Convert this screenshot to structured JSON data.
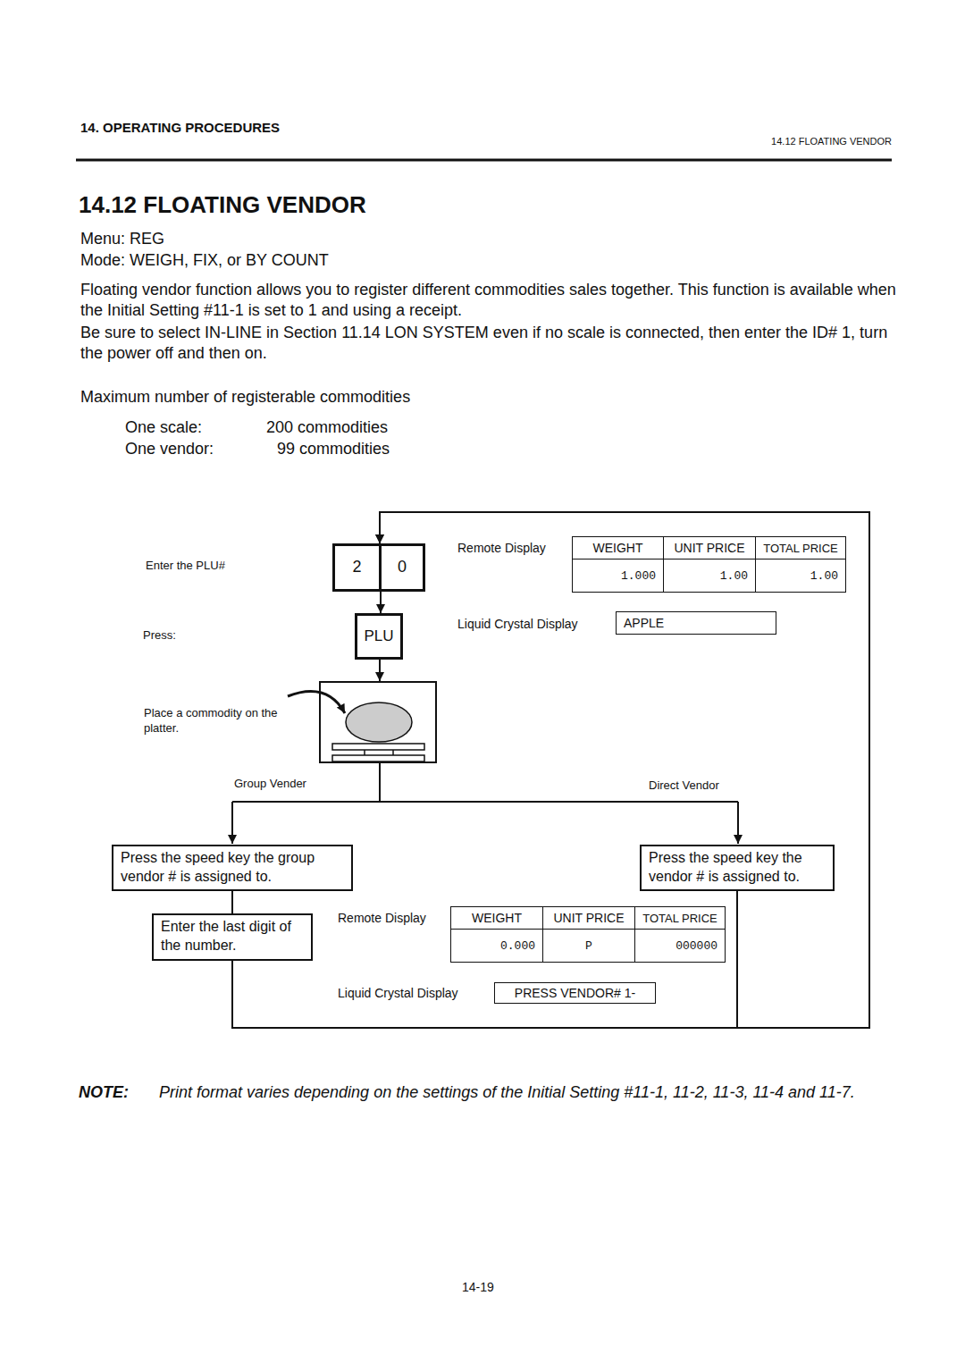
{
  "diagram": {
    "title": "14.12 FLOATING VENDOR",
    "nodes": [
      {
        "text": [
          "2"
        ]
      },
      {
        "text": [
          "0"
        ]
      },
      {
        "text": [
          "PLU"
        ]
      },
      {
        "text": [
          "APPLE"
        ]
      },
      {
        "text": [
          "Press the speed key the group vendor # is assigned to."
        ]
      },
      {
        "text": [
          "Press the speed key the vendor # is assigned to."
        ]
      },
      {
        "text": [
          "Enter the last digit of the number."
        ]
      },
      {
        "text": [
          "PRESS VENDOR# 1-"
        ]
      }
    ],
    "edges": [
      {
        "from": 0,
        "to": 2,
        "arrow": "to"
      },
      {
        "from": 4,
        "to": 6,
        "arrow": "none"
      },
      {
        "from": 6,
        "to": 0,
        "arrow": "to"
      },
      {
        "from": 5,
        "to": 0,
        "arrow": "to"
      }
    ],
    "labels": [
      "14. OPERATING PROCEDURES",
      "14.12 FLOATING VENDOR",
      "Menu: REG",
      "Mode: WEIGH, FIX, or BY COUNT",
      "Floating vendor function allows you to register different commodities sales together. This function is available when the Initial Setting #11-1 is set to 1 and using a receipt.",
      "Be sure to select IN-LINE in Section 11.14 LON SYSTEM even if no scale is connected, then enter the ID# 1, turn the power off and then on.",
      "Maximum number of registerable commodities",
      "One scale:",
      "200 commodities",
      "One vendor:",
      "99 commodities",
      "Remote Display",
      "WEIGHT",
      "UNIT PRICE",
      "TOTAL PRICE",
      "1.000",
      "1.00",
      "1.00",
      "Enter the PLU#",
      "Liquid Crystal Display",
      "Press:",
      "Place a commodity on the platter.",
      "Group Vender",
      "Direct Vendor",
      "Remote Display",
      "WEIGHT",
      "UNIT PRICE",
      "TOTAL PRICE",
      "0.000",
      "P",
      "000000",
      "Liquid Crystal Display",
      "NOTE:",
      "Print format varies depending on the settings of the Initial Setting #11-1, 11-2, 11-3, 11-4 and 11-7.",
      "14-19"
    ]
  }
}
